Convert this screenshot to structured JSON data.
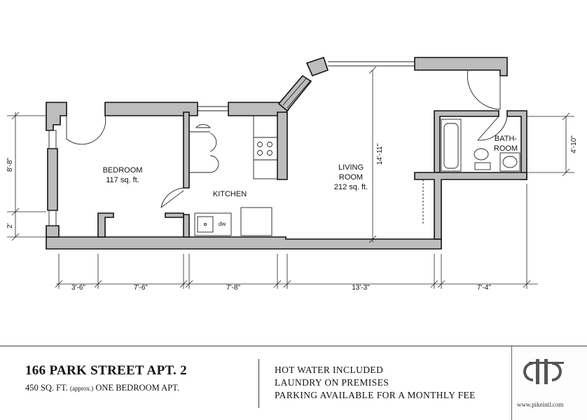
{
  "rooms": {
    "bedroom": {
      "name": "BEDROOM",
      "area": "117 sq. ft."
    },
    "kitchen": {
      "name": "KITCHEN"
    },
    "living": {
      "name_line1": "LIVING",
      "name_line2": "ROOM",
      "area": "212 sq. ft."
    },
    "bath": {
      "name_line1": "BATH-",
      "name_line2": "ROOM"
    },
    "dishwasher": "dw"
  },
  "dimensions": {
    "bedroom_depth": "8'-8\"",
    "left_bottom": "2'",
    "living_depth": "14'-11\"",
    "bath_depth": "4'-10\"",
    "bottom": [
      "3'-6\"",
      "7'-6\"",
      "7'-8\"",
      "13'-3\"",
      "7'-4\""
    ]
  },
  "footer": {
    "title": "166 PARK STREET APT. 2",
    "subtitle_a": "450 SQ. FT.",
    "subtitle_b": "(approx.)",
    "subtitle_c": "ONE BEDROOM APT.",
    "features": [
      "HOT WATER INCLUDED",
      "LAUNDRY ON PREMISES",
      "PARKING AVAILABLE FOR A MONTHLY FEE"
    ],
    "website": "www.pikeintl.com"
  }
}
